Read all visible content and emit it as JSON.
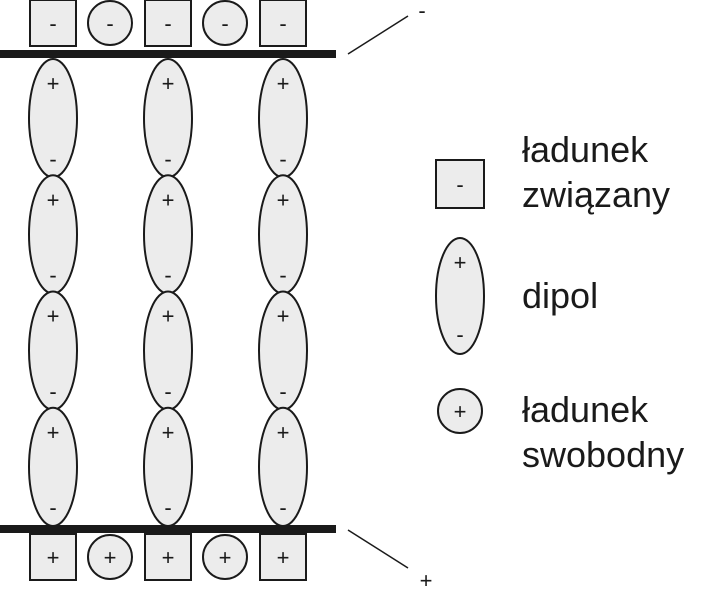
{
  "plates": {
    "top": {
      "terminal_sign": "-",
      "charges": [
        {
          "kind": "bound",
          "sign": "-"
        },
        {
          "kind": "free",
          "sign": "-"
        },
        {
          "kind": "bound",
          "sign": "-"
        },
        {
          "kind": "free",
          "sign": "-"
        },
        {
          "kind": "bound",
          "sign": "-"
        }
      ]
    },
    "bottom": {
      "terminal_sign": "+",
      "charges": [
        {
          "kind": "bound",
          "sign": "+"
        },
        {
          "kind": "free",
          "sign": "+"
        },
        {
          "kind": "bound",
          "sign": "+"
        },
        {
          "kind": "free",
          "sign": "+"
        },
        {
          "kind": "bound",
          "sign": "+"
        }
      ]
    }
  },
  "dielectric": {
    "columns": 3,
    "dipoles_per_column": 4,
    "dipole_top_sign": "+",
    "dipole_bottom_sign": "-"
  },
  "legend": {
    "bound_charge": {
      "sign": "-",
      "label_line1": "ładunek",
      "label_line2": "związany"
    },
    "dipole": {
      "top_sign": "+",
      "bottom_sign": "-",
      "label": "dipol"
    },
    "free_charge": {
      "sign": "+",
      "label_line1": "ładunek",
      "label_line2": "swobodny"
    }
  }
}
